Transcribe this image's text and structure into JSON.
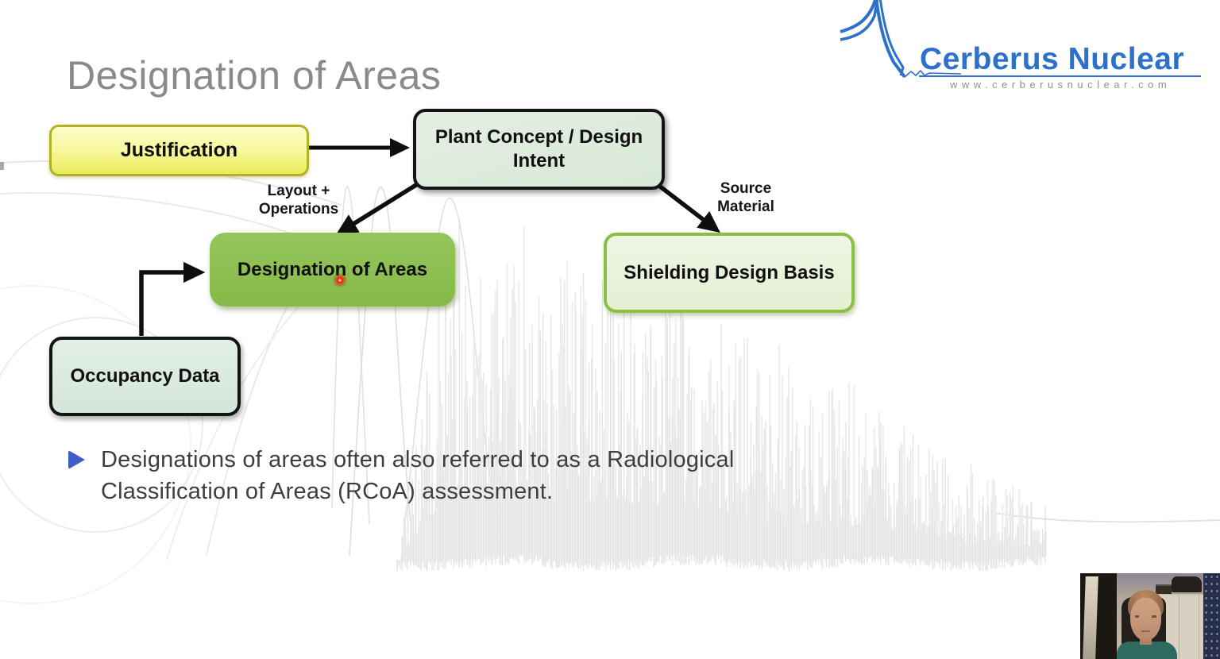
{
  "slide": {
    "title": "Designation of Areas"
  },
  "logo": {
    "brand": "Cerberus Nuclear",
    "url": "www.cerberusnuclear.com"
  },
  "diagram": {
    "nodes": {
      "justification": {
        "label": "Justification"
      },
      "plant_concept": {
        "label": "Plant Concept / Design\nIntent"
      },
      "designation": {
        "label": "Designation of Areas"
      },
      "shielding": {
        "label": "Shielding Design Basis"
      },
      "occupancy": {
        "label": "Occupancy Data"
      }
    },
    "edge_labels": {
      "layout_operations": "Layout +\nOperations",
      "source_material": "Source\nMaterial"
    }
  },
  "bullet": {
    "line1": "Designations of areas often also referred to as a Radiological",
    "line2": "Classification of Areas (RCoA) assessment."
  },
  "colors": {
    "title_gray": "#8a8a8a",
    "logo_blue": "#2d71c8",
    "url_gray": "#8f8f8f",
    "bullet_blue": "#3d5ec6",
    "body_text": "#3e3e3e",
    "justification_fill": "#f7f79e",
    "justification_border": "#b2b226",
    "plant_fill": "#dcebdb",
    "designation_fill": "#8cbf50",
    "shielding_fill": "#ebf3dc",
    "shielding_border": "#8abf44",
    "occupancy_fill": "#dcebdf",
    "box_border_dark": "#151515",
    "arrow_black": "#0e0e0e",
    "laser_red": "#ff2b12"
  }
}
